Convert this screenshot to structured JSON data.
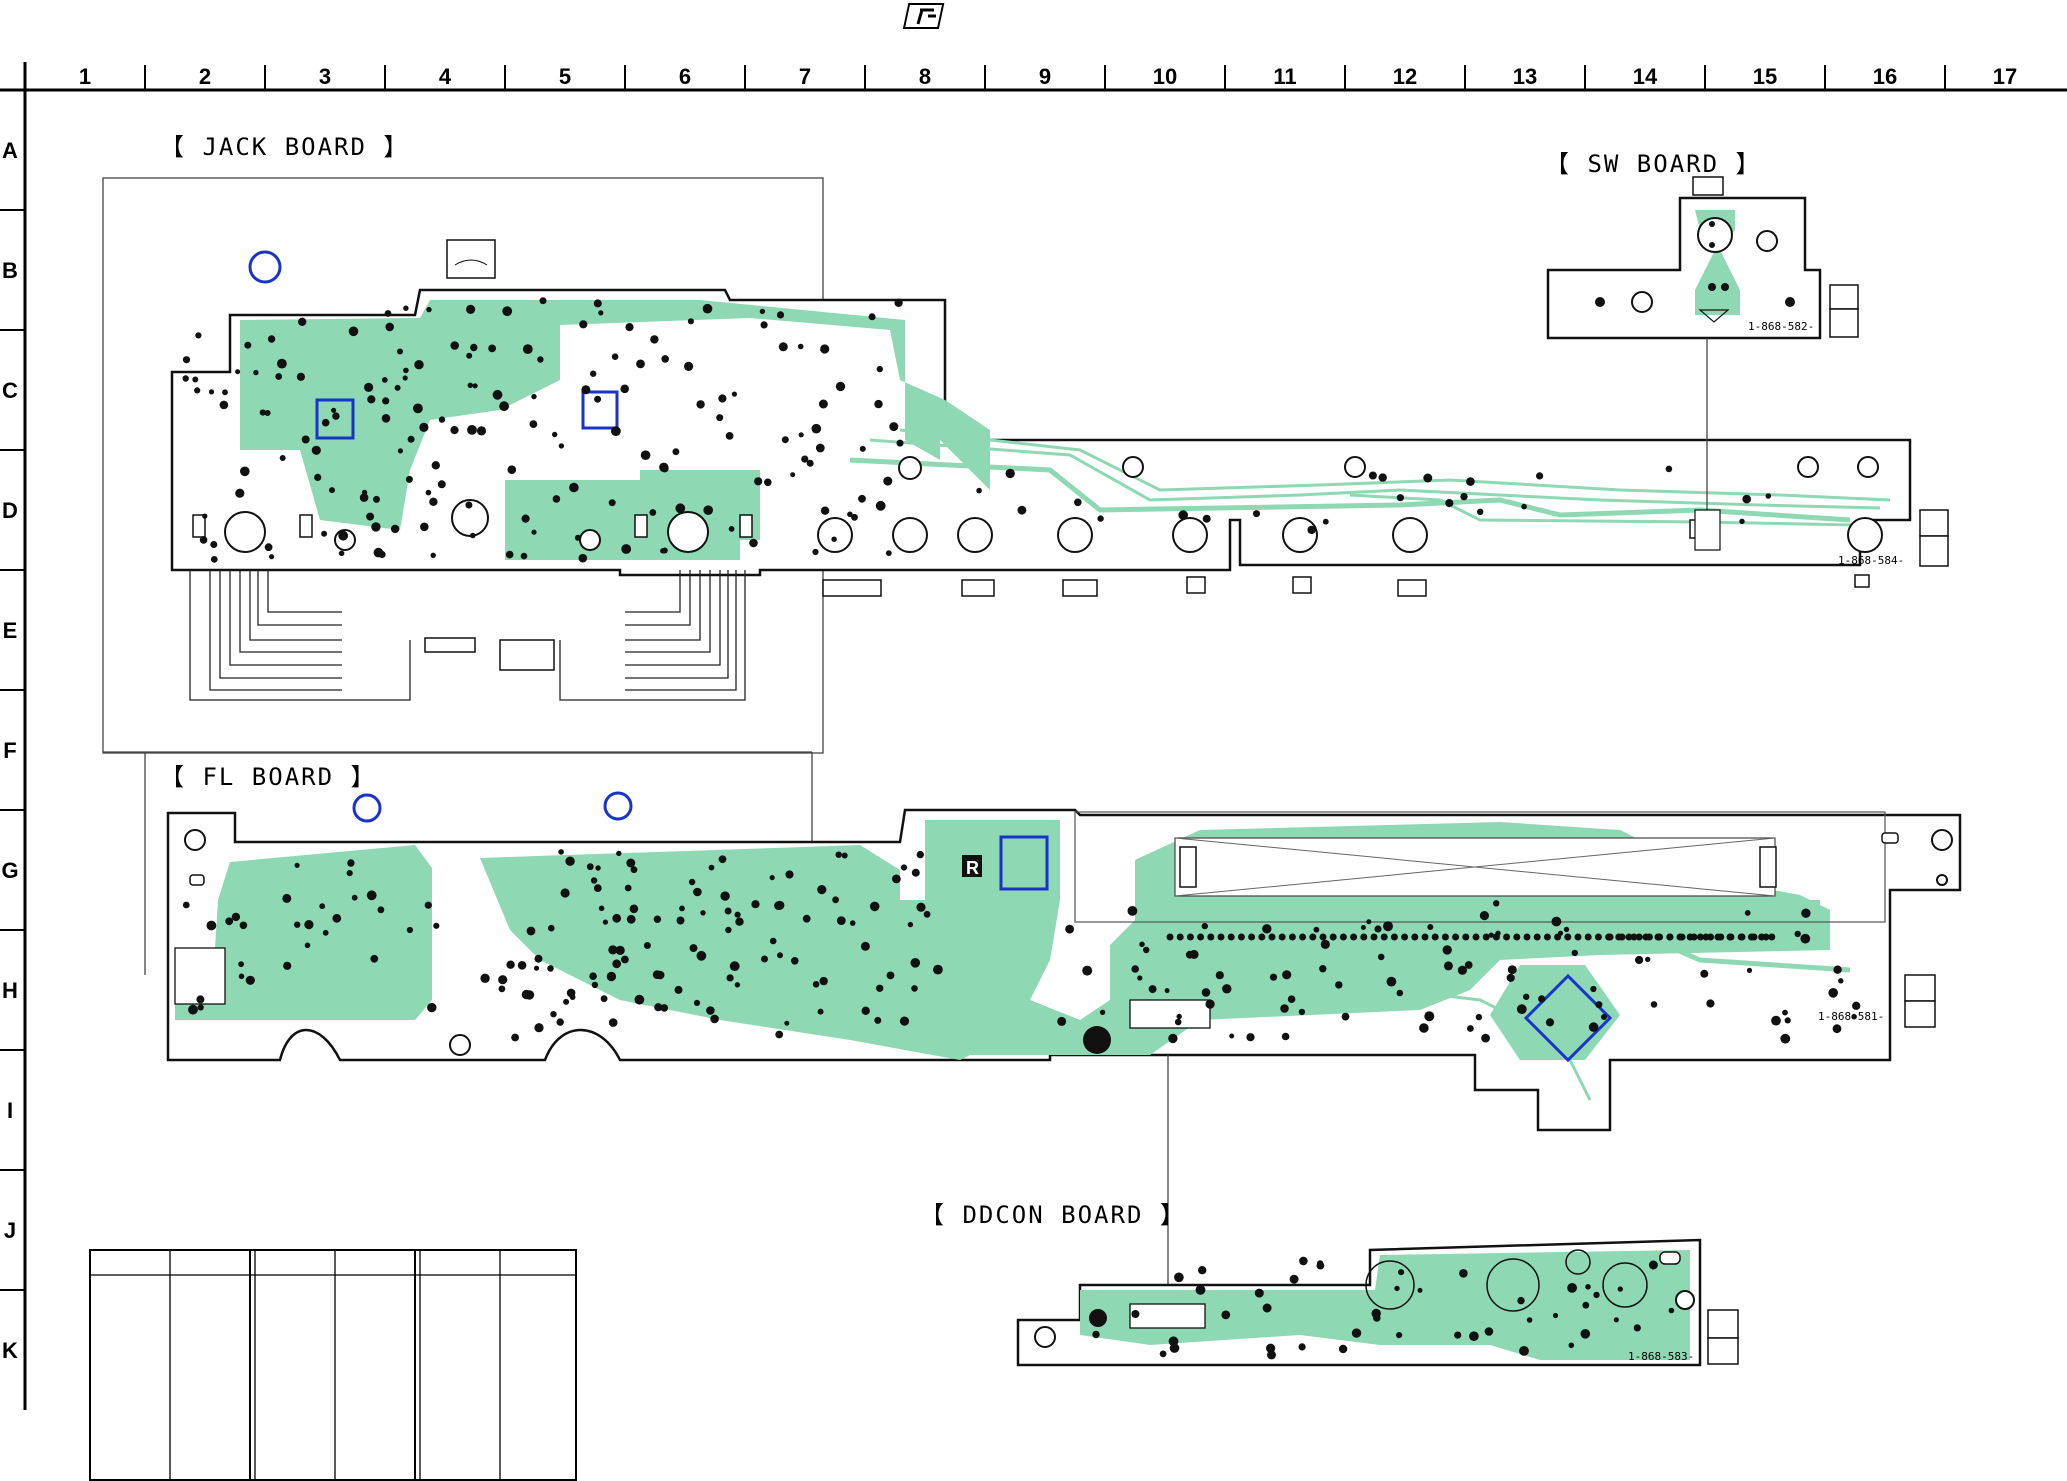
{
  "columns": [
    "1",
    "2",
    "3",
    "4",
    "5",
    "6",
    "7",
    "8",
    "9",
    "10",
    "11",
    "12",
    "13",
    "14",
    "15",
    "16",
    "17"
  ],
  "rows": [
    "A",
    "B",
    "C",
    "D",
    "E",
    "F",
    "G",
    "H",
    "I",
    "J",
    "K"
  ],
  "boards": {
    "jack": {
      "title": "【 JACK BOARD 】"
    },
    "sw": {
      "title": "【 SW BOARD 】",
      "part_no": "1-868-582-"
    },
    "fl": {
      "title": "【 FL BOARD 】",
      "part_no": "1-868-581-"
    },
    "ddcon": {
      "title": "【 DDCON BOARD 】",
      "part_no": "1-868-583-"
    },
    "main_strip": {
      "part_no": "1-868-584-"
    }
  },
  "colors": {
    "copper": "#8fd8b4",
    "marker": "#1a33c8",
    "outline": "#111111"
  }
}
